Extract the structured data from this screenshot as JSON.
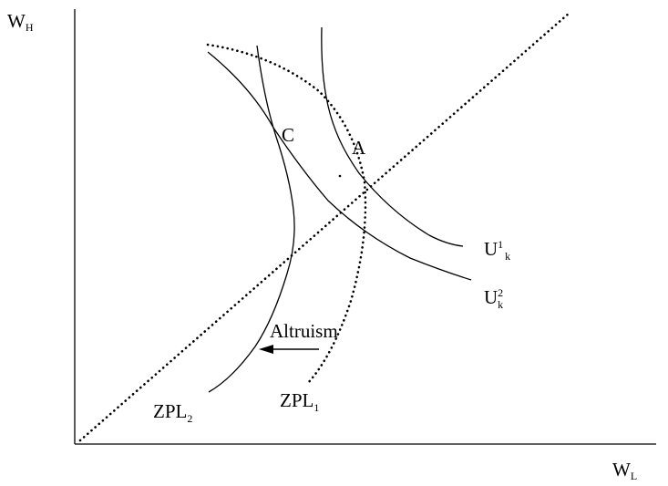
{
  "axes": {
    "y_label": "W",
    "y_sub": "H",
    "x_label": "W",
    "x_sub": "L"
  },
  "points": {
    "c": "C",
    "a": "A"
  },
  "curves": {
    "u1_main": "U",
    "u1_sup": "1",
    "u1_sub": "k",
    "u2_main": "U",
    "u2_sup": "2",
    "u2_sub": "k",
    "zpl2_main": "ZPL",
    "zpl2_sub": "2",
    "zpl1_main": "ZPL",
    "zpl1_sub": "1"
  },
  "annotation": {
    "altruism": "Altruism"
  }
}
